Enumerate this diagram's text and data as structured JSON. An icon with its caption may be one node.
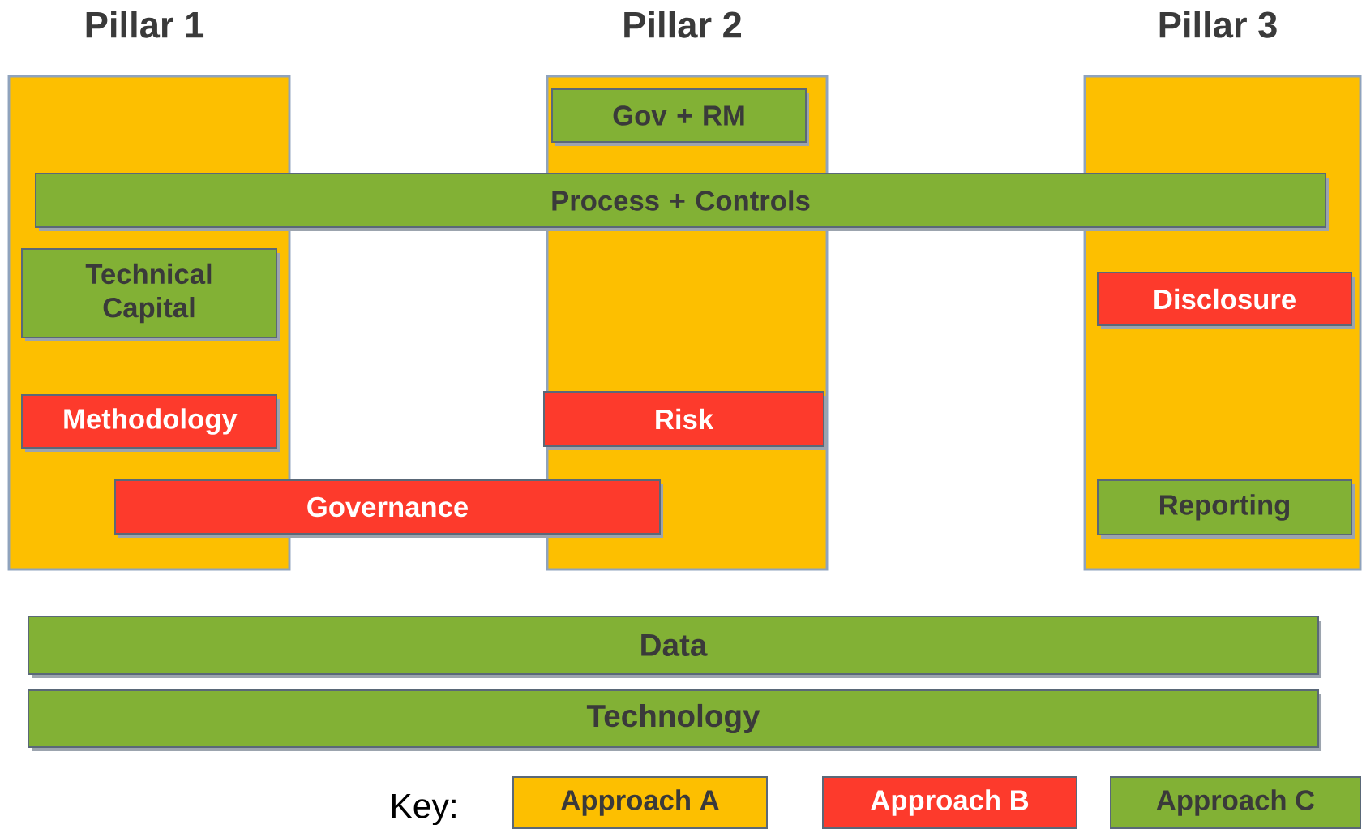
{
  "diagram": {
    "nodes": [
      {
        "text": [
          "Pillar 1"
        ]
      },
      {
        "text": [
          "Pillar 2"
        ]
      },
      {
        "text": [
          "Pillar 3"
        ]
      },
      {
        "text": [
          "Gov + RM"
        ],
        "in": 1
      },
      {
        "text": [
          "Process + Controls"
        ]
      },
      {
        "text": [
          "Technical Capital"
        ],
        "in": 0
      },
      {
        "text": [
          "Disclosure"
        ],
        "in": 2
      },
      {
        "text": [
          "Risk"
        ],
        "in": 1
      },
      {
        "text": [
          "Methodology"
        ],
        "in": 0
      },
      {
        "text": [
          "Governance"
        ]
      },
      {
        "text": [
          "Reporting"
        ],
        "in": 2
      },
      {
        "text": [
          "Data"
        ]
      },
      {
        "text": [
          "Technology"
        ]
      }
    ],
    "labels": [
      "Key:"
    ],
    "legend": [
      {
        "text": "Approach A",
        "color": "#fdbf00"
      },
      {
        "text": "Approach B",
        "color": "#fd3a2c"
      },
      {
        "text": "Approach C",
        "color": "#82b135"
      }
    ]
  }
}
